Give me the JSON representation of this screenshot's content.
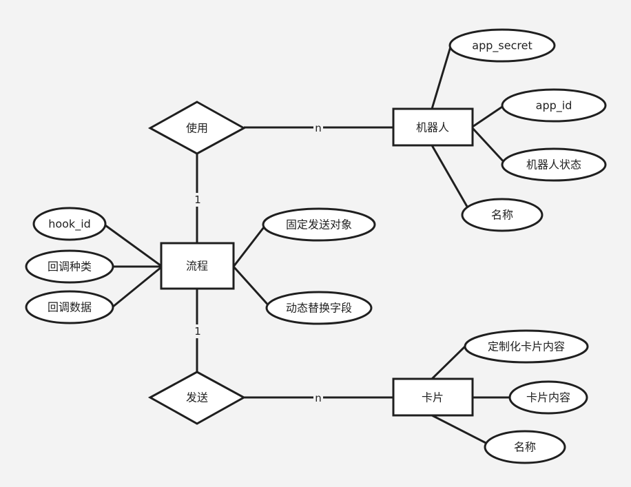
{
  "entities": {
    "process": "流程",
    "robot": "机器人",
    "card": "卡片"
  },
  "relationships": {
    "use": "使用",
    "send": "发送"
  },
  "attributes": {
    "hook_id": "hook_id",
    "callback_type": "回调种类",
    "callback_data": "回调数据",
    "fixed_target": "固定发送对象",
    "dynamic_field": "动态替换字段",
    "app_secret": "app_secret",
    "app_id": "app_id",
    "robot_status": "机器人状态",
    "robot_name": "名称",
    "custom_card_content": "定制化卡片内容",
    "card_content": "卡片内容",
    "card_name": "名称"
  },
  "cardinality": {
    "use_process": "1",
    "use_robot": "n",
    "send_process": "1",
    "send_card": "n"
  },
  "colors": {
    "stroke": "#1f1f1f",
    "fill": "#ffffff",
    "background": "#f3f3f3",
    "text": "#222222"
  }
}
